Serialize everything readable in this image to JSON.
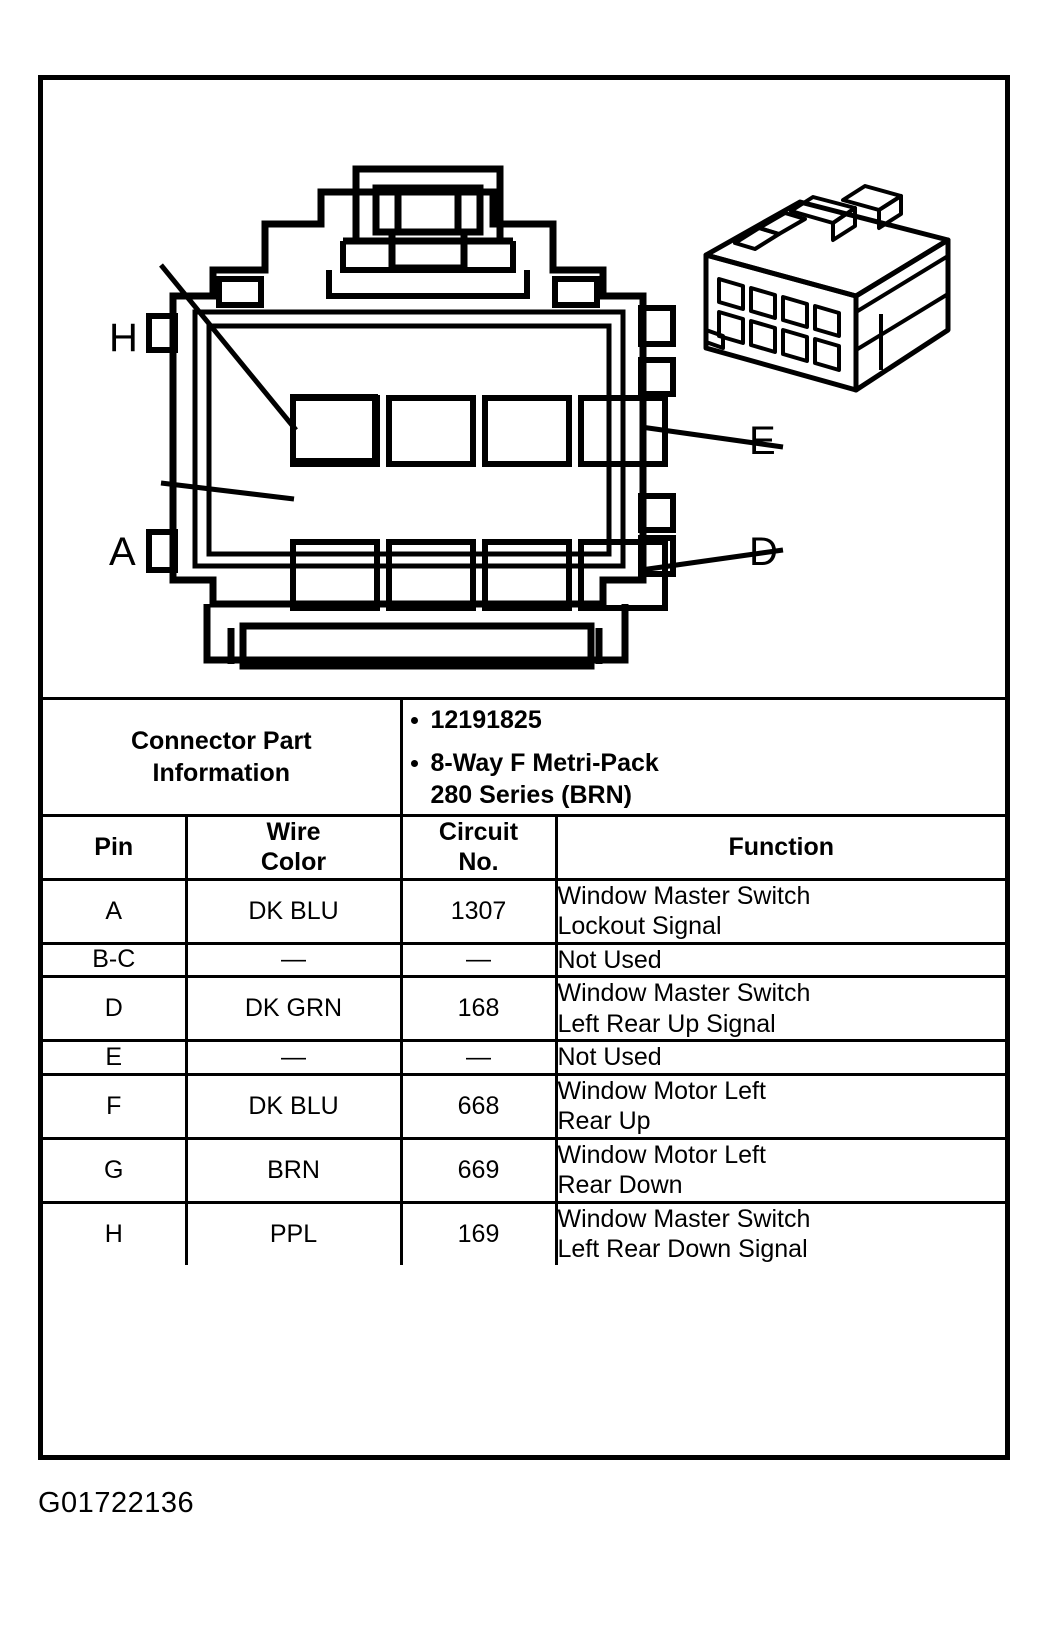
{
  "figure": {
    "caption": "G01722136"
  },
  "illustration": {
    "labels": [
      {
        "id": "H",
        "text": "H",
        "side": "left",
        "row": "top"
      },
      {
        "id": "A",
        "text": "A",
        "side": "left",
        "row": "bottom"
      },
      {
        "id": "E",
        "text": "E",
        "side": "right",
        "row": "top"
      },
      {
        "id": "D",
        "text": "D",
        "side": "right",
        "row": "bottom"
      }
    ],
    "front_view_name": "connector-front-view",
    "iso_view_name": "connector-isometric-view",
    "cavity_rows": 2,
    "cavities_per_row": 4
  },
  "part_info": {
    "label_line_1": "Connector Part",
    "label_line_2": "Information",
    "values": [
      "12191825",
      "8-Way F Metri-Pack 280 Series (BRN)"
    ],
    "value_display": [
      [
        "12191825"
      ],
      [
        "8-Way F Metri-Pack",
        "280 Series (BRN)"
      ]
    ]
  },
  "table": {
    "headers": {
      "pin": "Pin",
      "wire_color_line_1": "Wire",
      "wire_color_line_2": "Color",
      "circuit_no_line_1": "Circuit",
      "circuit_no_line_2": "No.",
      "function": "Function"
    },
    "rows": [
      {
        "pin": "A",
        "wire_color": "DK BLU",
        "circuit_no": "1307",
        "function_line_1": "Window Master Switch",
        "function_line_2": "Lockout Signal"
      },
      {
        "pin": "B-C",
        "wire_color": "—",
        "circuit_no": "—",
        "function_line_1": "Not Used",
        "function_line_2": ""
      },
      {
        "pin": "D",
        "wire_color": "DK GRN",
        "circuit_no": "168",
        "function_line_1": "Window Master Switch",
        "function_line_2": "Left Rear Up Signal"
      },
      {
        "pin": "E",
        "wire_color": "—",
        "circuit_no": "—",
        "function_line_1": "Not Used",
        "function_line_2": ""
      },
      {
        "pin": "F",
        "wire_color": "DK BLU",
        "circuit_no": "668",
        "function_line_1": "Window Motor Left",
        "function_line_2": "Rear Up"
      },
      {
        "pin": "G",
        "wire_color": "BRN",
        "circuit_no": "669",
        "function_line_1": "Window Motor Left",
        "function_line_2": "Rear Down"
      },
      {
        "pin": "H",
        "wire_color": "PPL",
        "circuit_no": "169",
        "function_line_1": "Window Master Switch",
        "function_line_2": "Left Rear Down Signal"
      }
    ]
  },
  "colors": {
    "ink": "#000000",
    "paper": "#ffffff"
  }
}
